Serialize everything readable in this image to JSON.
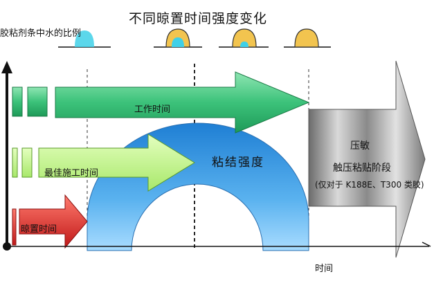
{
  "title": "不同晾置时间强度变化",
  "water_ratio_label": "胶粘剂条中水的比例",
  "work_time_label": "工作时间",
  "best_construction_time_label": "最佳施工时间",
  "drying_time_label": "晾置时间",
  "bond_strength_label": "粘结强度",
  "pressure_stage": {
    "line1": "压敏",
    "line2": "触压粘贴阶段",
    "line3": "(仅对于 K188E、T300 类胶)"
  },
  "time_axis_label": "时间",
  "colors": {
    "work_arrow": "#3cc27a",
    "best_arrow": "#b8f07a",
    "drying_arrow": "#e8332b",
    "strength_arch": "#4aa6e8",
    "pressure_arrow": "#9a9a9a",
    "water_drop": "#3fd0e8",
    "droplet_base": "#f2c44f"
  }
}
